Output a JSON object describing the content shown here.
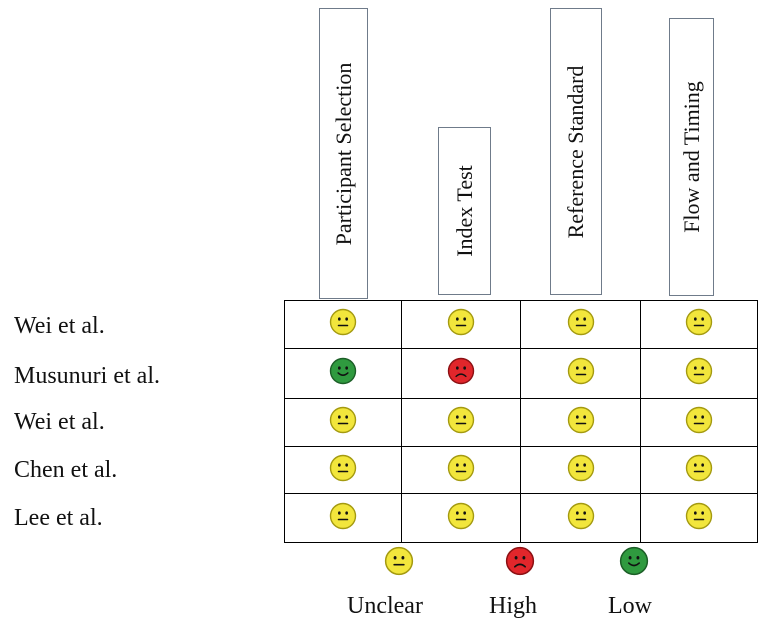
{
  "columns": [
    "Participant Selection",
    "Index Test",
    "Reference Standard",
    "Flow and Timing"
  ],
  "studies": [
    {
      "name": "Wei et al.",
      "ratings": [
        "unclear",
        "unclear",
        "unclear",
        "unclear"
      ]
    },
    {
      "name": "Musunuri et al.",
      "ratings": [
        "low",
        "high",
        "unclear",
        "unclear"
      ]
    },
    {
      "name": "Wei et al.",
      "ratings": [
        "unclear",
        "unclear",
        "unclear",
        "unclear"
      ]
    },
    {
      "name": "Chen et al.",
      "ratings": [
        "unclear",
        "unclear",
        "unclear",
        "unclear"
      ]
    },
    {
      "name": "Lee et al.",
      "ratings": [
        "unclear",
        "unclear",
        "unclear",
        "unclear"
      ]
    }
  ],
  "legend": [
    {
      "key": "unclear",
      "label": "Unclear"
    },
    {
      "key": "high",
      "label": "High"
    },
    {
      "key": "low",
      "label": "Low"
    }
  ],
  "colors": {
    "unclear": "#f2e63c",
    "high": "#e1262b",
    "low": "#2f9a3f",
    "unclear_edge": "#a49a10",
    "high_edge": "#8c1013",
    "low_edge": "#1c5e27"
  }
}
